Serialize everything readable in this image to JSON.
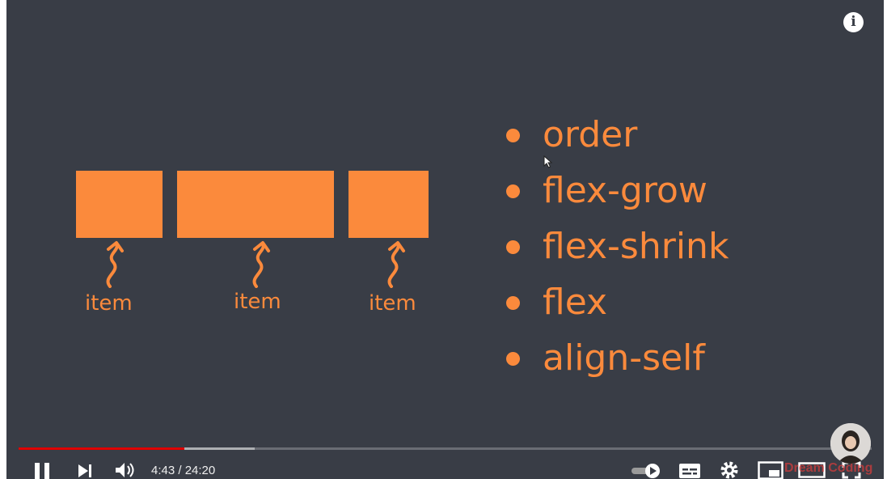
{
  "info": {
    "glyph": "i",
    "icon": "info-icon"
  },
  "diagram": {
    "items": [
      {
        "label": "item"
      },
      {
        "label": "item"
      },
      {
        "label": "item"
      }
    ]
  },
  "properties": [
    {
      "label": "order"
    },
    {
      "label": "flex-grow"
    },
    {
      "label": "flex-shrink"
    },
    {
      "label": "flex"
    },
    {
      "label": "align-self"
    }
  ],
  "player": {
    "progress_fraction": 0.194,
    "buffered_fraction": 0.277,
    "time": "4:43 / 24:20",
    "watermark": "Dream Coding"
  },
  "colors": {
    "background": "#393d46",
    "accent": "#fb8a3c",
    "progress": "#e00000"
  }
}
